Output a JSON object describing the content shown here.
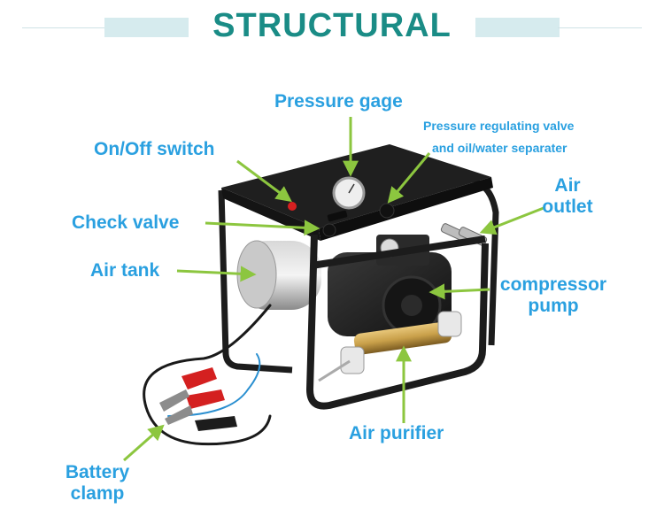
{
  "title": "STRUCTURAL",
  "labels": {
    "pressure_gage": "Pressure gage",
    "regulating_valve_line1": "Pressure regulating valve",
    "regulating_valve_line2": "and oil/water separater",
    "on_off_switch": "On/Off switch",
    "check_valve": "Check valve",
    "air_tank": "Air tank",
    "air_outlet_line1": "Air",
    "air_outlet_line2": "outlet",
    "compressor_line1": "compressor",
    "compressor_line2": "pump",
    "air_purifier": "Air purifier",
    "battery_line1": "Battery",
    "battery_line2": "clamp"
  },
  "colors": {
    "title": "#1a8c86",
    "label": "#2aa0e0",
    "pointer": "#8cc63f",
    "frame": "#1c1c1c"
  }
}
